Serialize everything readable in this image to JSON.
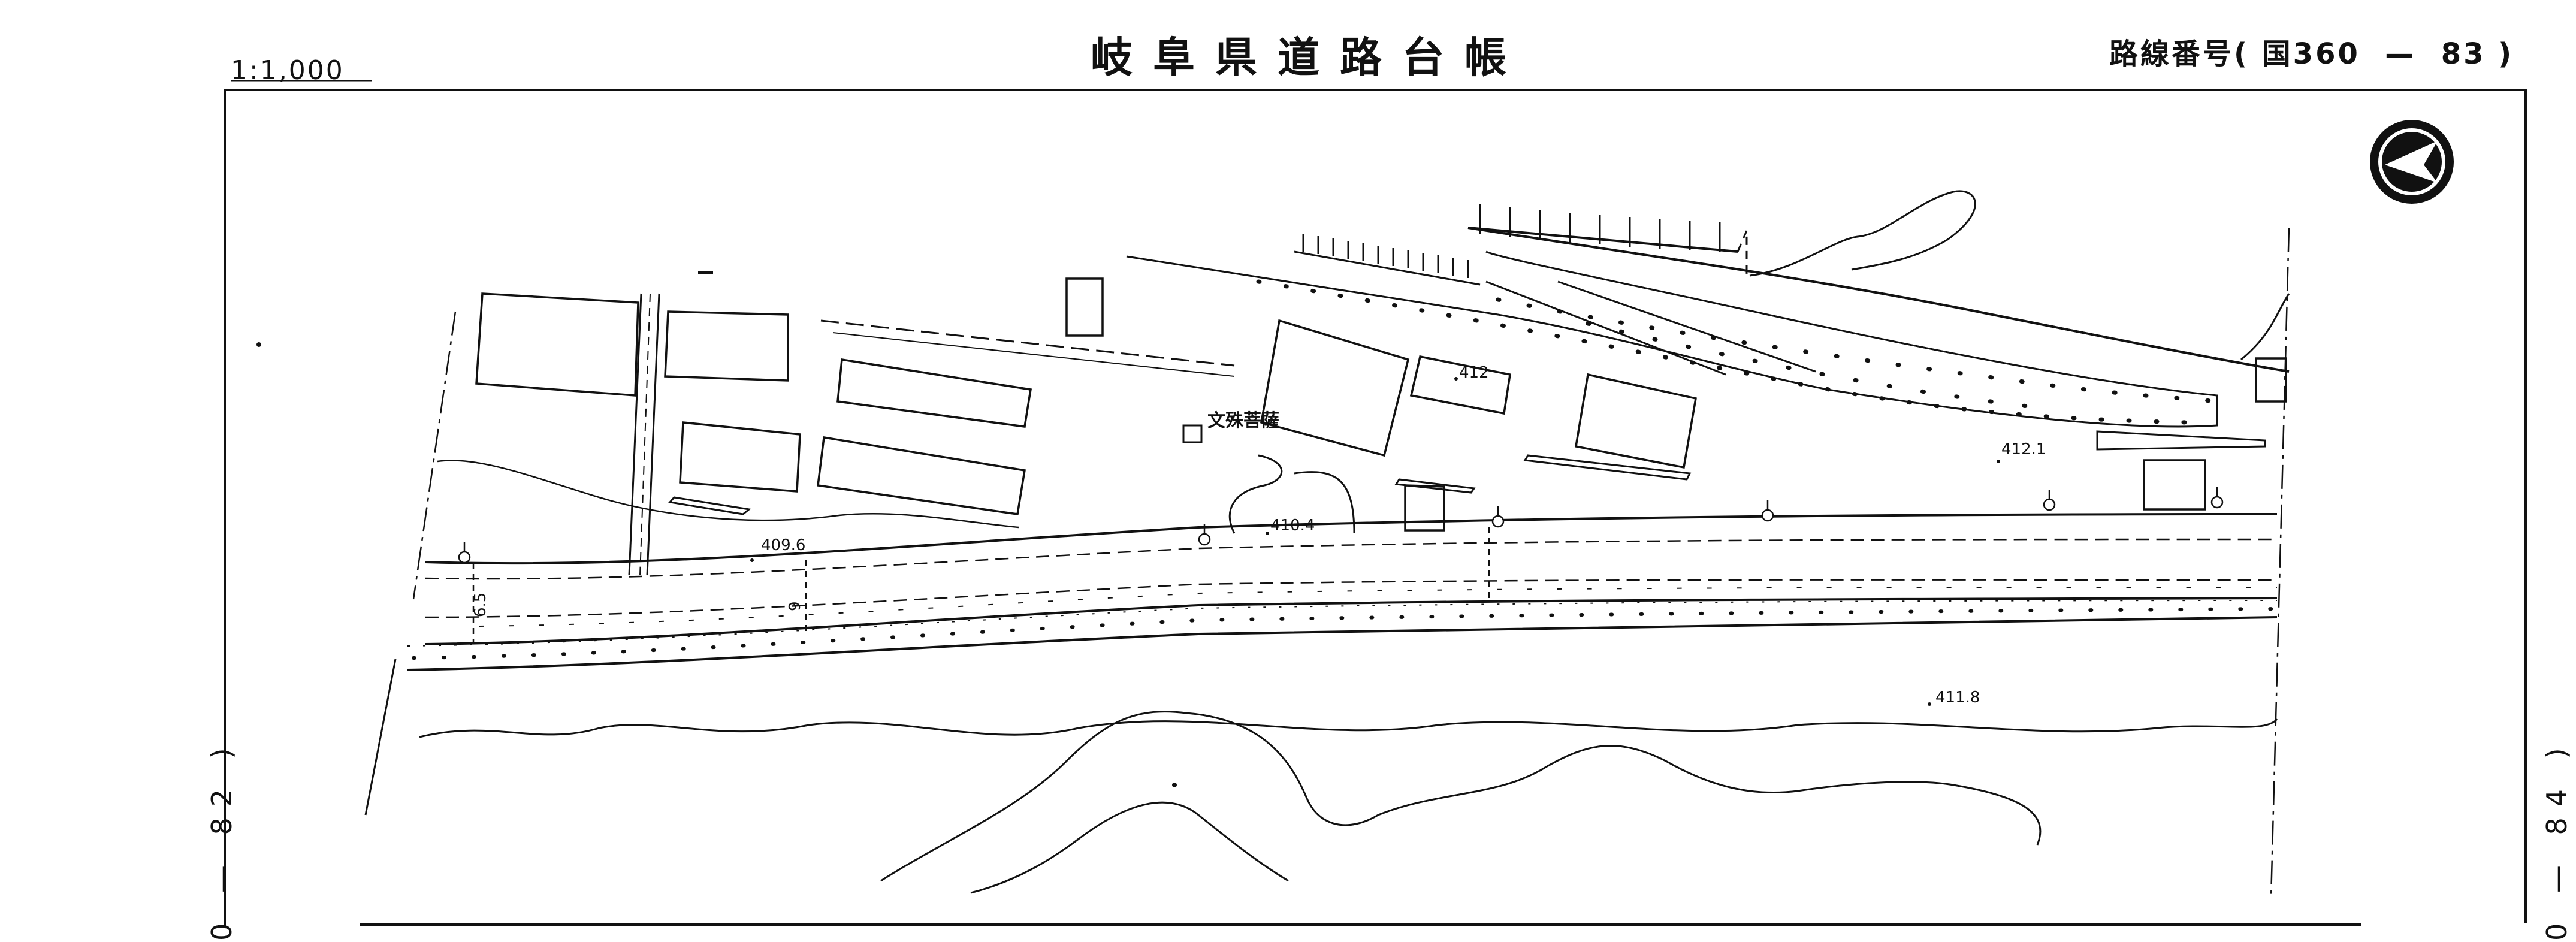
{
  "header": {
    "title": "岐阜県道路台帳",
    "scale": "1:1,000",
    "route_prefix": "路線番号(",
    "route_code": "国360",
    "route_dash": "—",
    "route_num": "83",
    "route_suffix": ")"
  },
  "adjacent_sheets": {
    "left": "0 — 82 )",
    "right": "0 — 84 )"
  },
  "map": {
    "north_arrow_icon": "north-arrow-icon",
    "elevations": [
      "412",
      "412.1",
      "409.6",
      "410.4",
      "411.8"
    ],
    "landmark": "文殊菩薩",
    "road_widths": [
      "6.5",
      "9"
    ]
  }
}
